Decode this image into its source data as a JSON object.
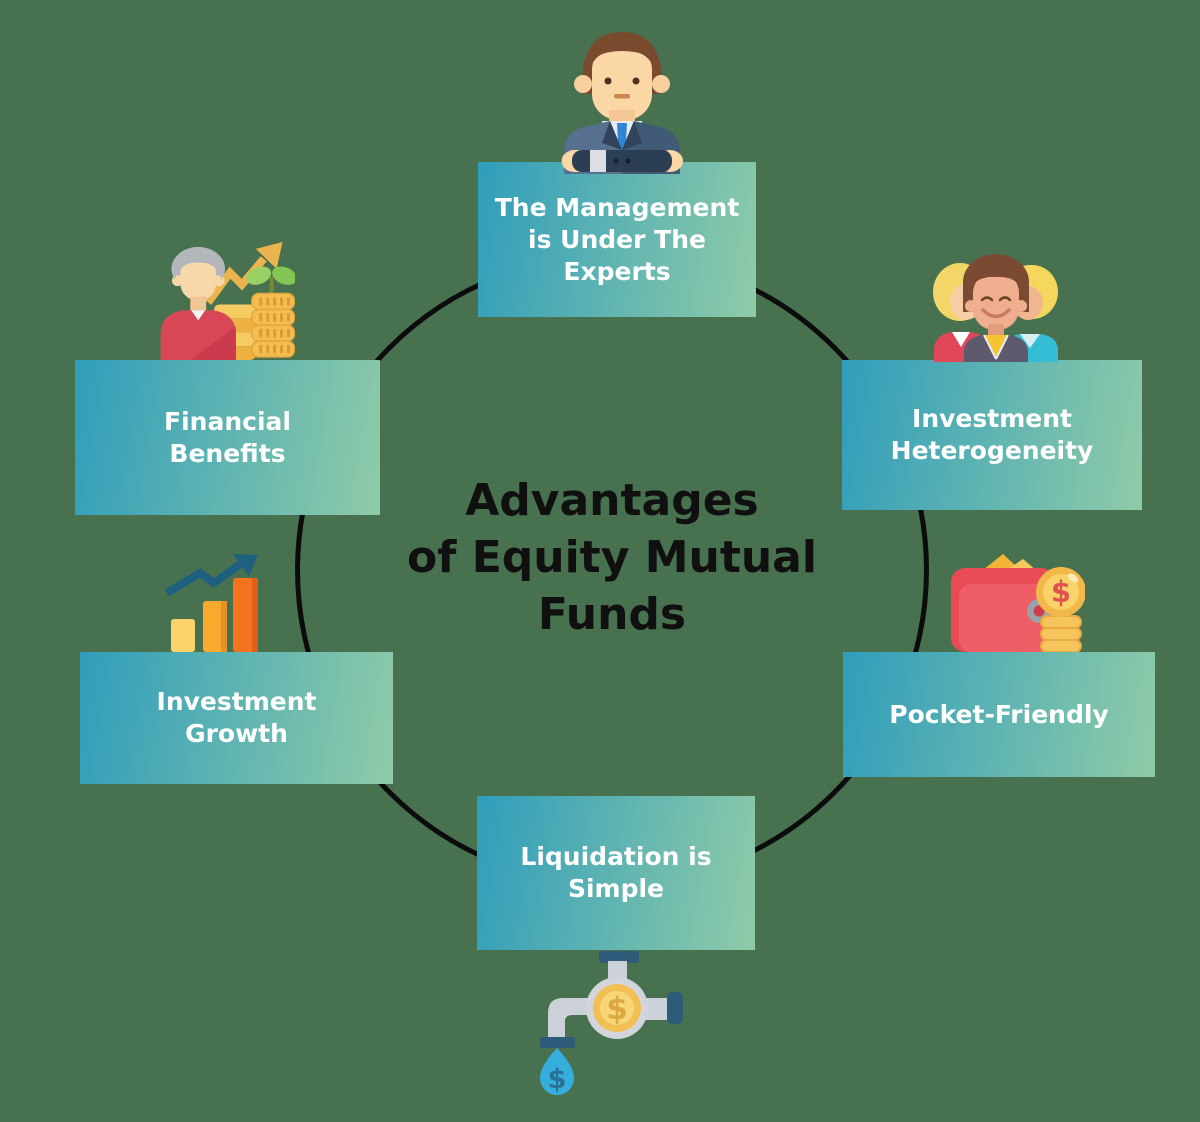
{
  "title": {
    "text": "Advantages\nof Equity Mutual\nFunds"
  },
  "boxes": [
    {
      "id": "management",
      "label": "The Management\nis Under The\nExperts",
      "icon": "businessman-icon"
    },
    {
      "id": "financial",
      "label": "Financial\nBenefits",
      "icon": "retiree-savings-icon"
    },
    {
      "id": "heterogeneity",
      "label": "Investment\nHeterogeneity",
      "icon": "people-group-icon"
    },
    {
      "id": "growth",
      "label": "Investment\nGrowth",
      "icon": "bar-chart-growth-icon"
    },
    {
      "id": "pocket",
      "label": "Pocket-Friendly",
      "icon": "wallet-coins-icon"
    },
    {
      "id": "liquidation",
      "label": "Liquidation is\nSimple",
      "icon": "money-faucet-icon"
    }
  ],
  "icon_dollar_signs": {
    "wallet_coin": "$",
    "faucet_coin": "$",
    "water_drop": "$"
  },
  "colors": {
    "background": "#487150",
    "circle_stroke": "#0c0c0c",
    "box_gradient_start": "#309DBB",
    "box_gradient_end": "#8FCBA8",
    "box_text": "#ffffff",
    "title_text": "#101010",
    "accent_gold": "#f2bd52",
    "accent_red": "#d84756",
    "accent_orange": "#f4731f",
    "accent_blue_drop": "#35aede",
    "accent_dark_teal": "#1e6080"
  }
}
